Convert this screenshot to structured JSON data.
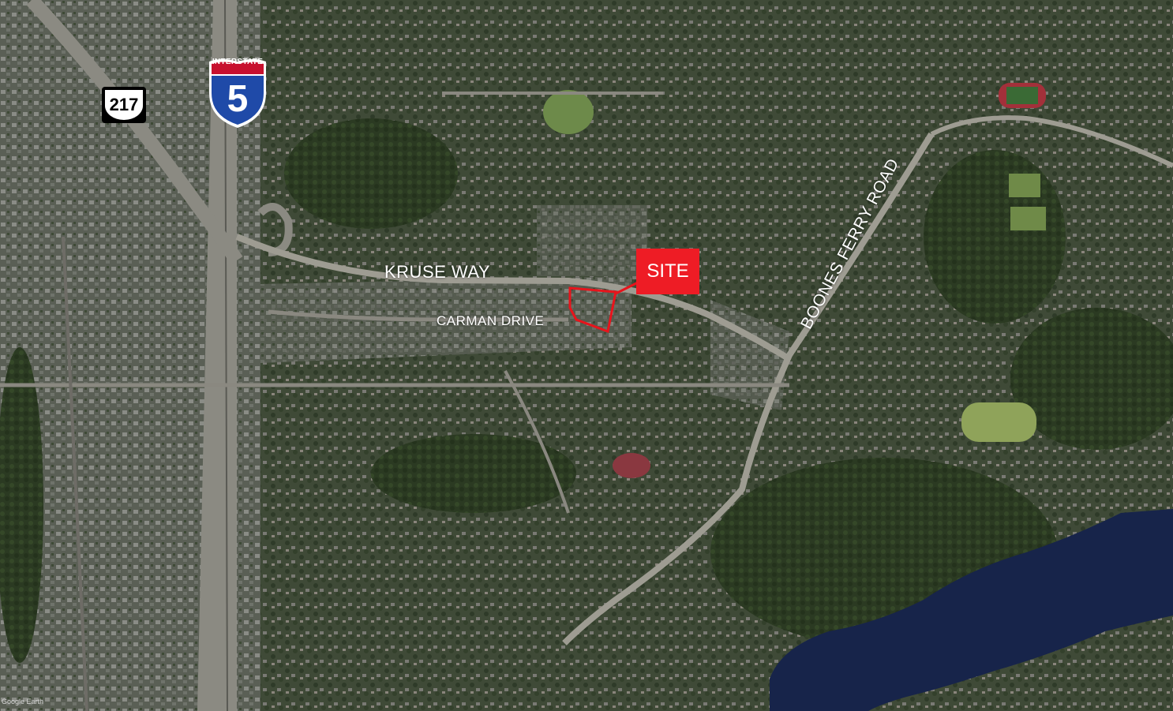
{
  "map": {
    "type": "satellite",
    "labels": {
      "kruse_way": "KRUSE WAY",
      "carman_drive": "CARMAN DRIVE",
      "boones_ferry_road": "BOONES FERRY ROAD",
      "site": "SITE"
    },
    "shields": {
      "state_route": "217",
      "interstate_banner": "INTERSTATE",
      "interstate_number": "5"
    },
    "attribution": "Google Earth",
    "colors": {
      "site_accent": "#ee1c25",
      "site_outline": "#e8141c",
      "interstate_blue": "#1f4aa8",
      "interstate_red": "#c8102e",
      "water": "#17244a",
      "vegetation": "#2f3f26"
    }
  }
}
